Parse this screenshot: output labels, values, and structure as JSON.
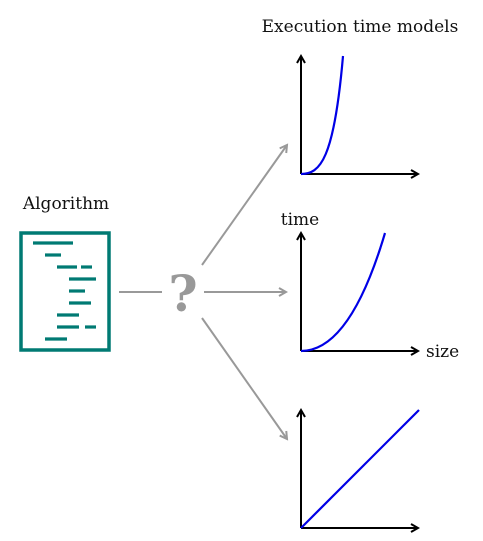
{
  "algorithm": {
    "title": "Algorithm"
  },
  "question": {
    "symbol": "?"
  },
  "models": {
    "header": "Execution time models",
    "y_axis_label": "time",
    "x_axis_label": "size",
    "curves": [
      "cubic",
      "quadratic",
      "linear"
    ]
  },
  "colors": {
    "teal": "#007a73",
    "arrow_gray": "#999999",
    "axis": "#000000",
    "curve_blue": "#0000e6"
  }
}
